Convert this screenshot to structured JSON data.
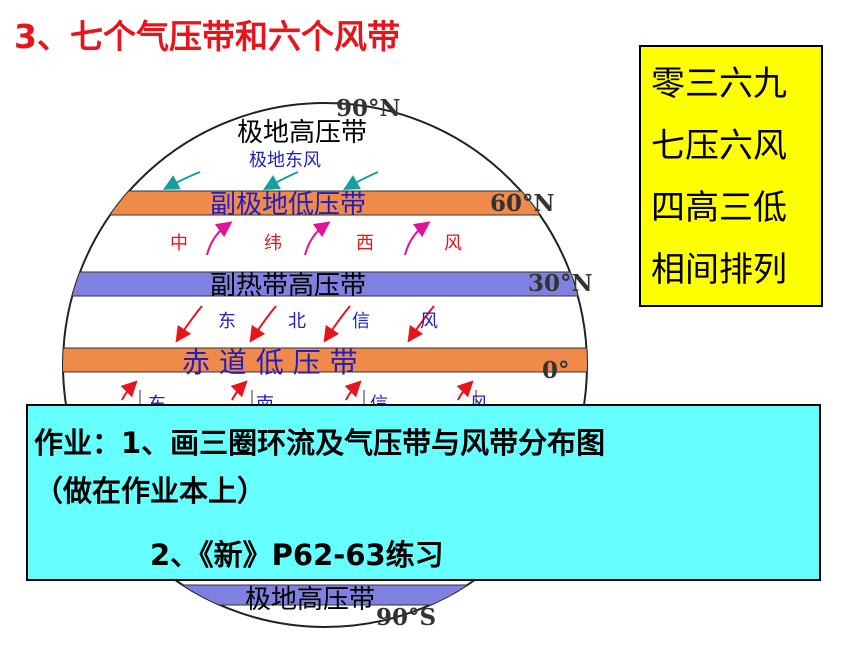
{
  "title": "3、七个气压带和六个风带",
  "mnemonic": [
    "零三六九",
    "七压六风",
    "四高三低",
    "相间排列"
  ],
  "latitudes": {
    "north_pole": "90°N",
    "n60": "60°N",
    "n30": "30°N",
    "equator": "0°",
    "south_pole": "90°S"
  },
  "belts": {
    "polar_high_north": "极地高压带",
    "subpolar_low": "副极地低压带",
    "subtropical_high": "副热带高压带",
    "equatorial_low": "赤 道 低 压 带",
    "polar_high_south": "极地高压带"
  },
  "winds": {
    "polar_easterlies": "极地东风",
    "westerlies": [
      "中",
      "纬",
      "西",
      "风"
    ],
    "ne_trades": [
      "东",
      "北",
      "信",
      "风"
    ],
    "se_trades": [
      "东",
      "南",
      "信",
      "风"
    ]
  },
  "homework": {
    "line1": "作业：1、画三圈环流及气压带与风带分布图",
    "line2": "（做在作业本上）",
    "line3": "2、《新》P62-63练习"
  },
  "colors": {
    "title": "#e8141c",
    "high_belt": "#8080e0",
    "low_belt": "#f08a4b",
    "westerly_arrow": "#e0149a",
    "trade_arrow": "#e8141c",
    "polar_arrow": "#14a0a0",
    "mnemonic_bg": "#ffff00",
    "homework_bg": "#66ffff"
  }
}
